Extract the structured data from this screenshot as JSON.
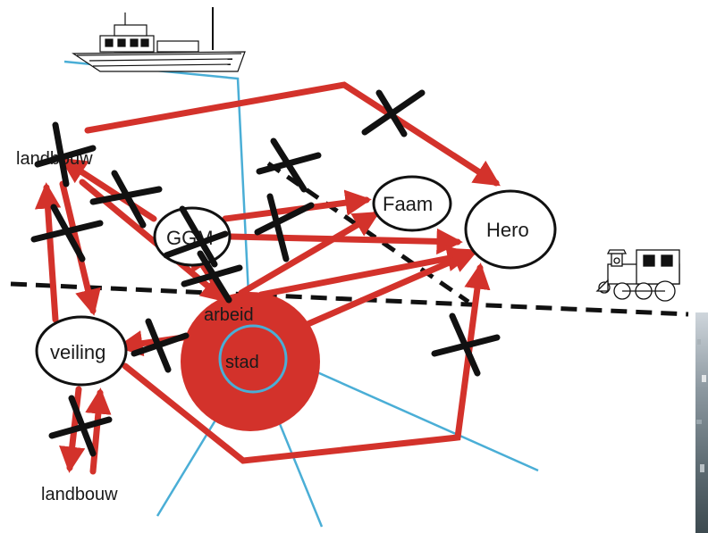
{
  "diagram": {
    "nodes": {
      "landbouw_top": "landbouw",
      "ggm": "GGM",
      "faam": "Faam",
      "hero": "Hero",
      "veiling": "veiling",
      "arbeid": "arbeid",
      "stad": "stad",
      "landbouw_bottom": "landbouw"
    },
    "icons": {
      "ship": "ship-icon",
      "train": "locomotive-icon",
      "photo": "aerial-photo-strip"
    },
    "colors": {
      "arrow": "#d3322b",
      "cross": "#111111",
      "water_line": "#4aaed6",
      "rail_line": "#111111",
      "city_fill": "#d3322b"
    }
  }
}
